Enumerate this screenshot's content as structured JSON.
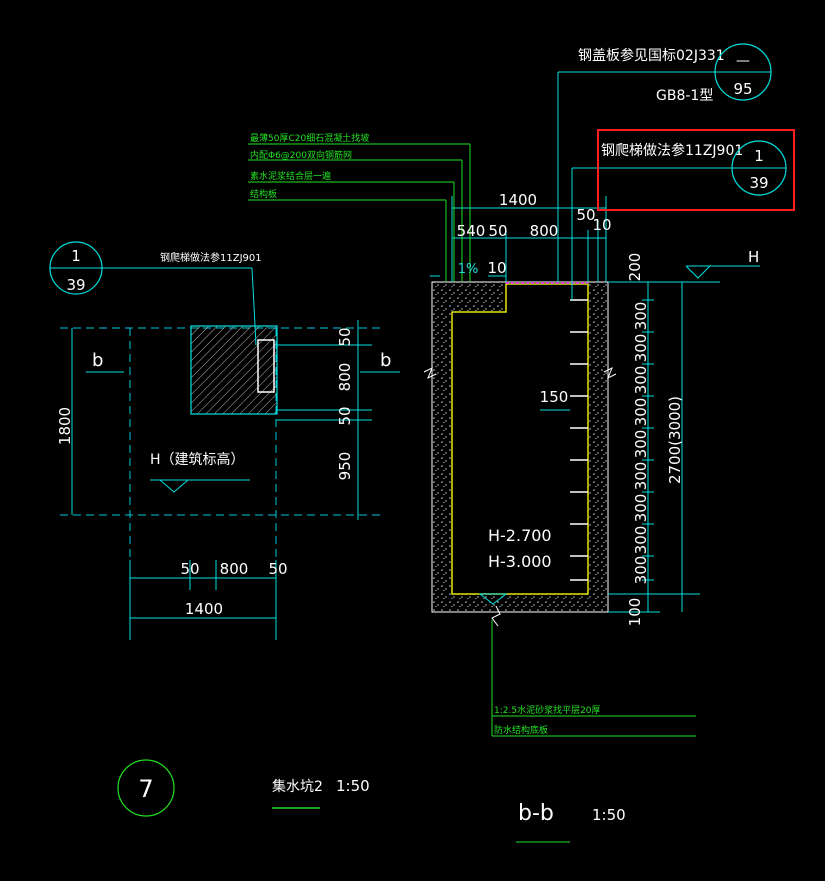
{
  "colors": {
    "background": "#000000",
    "cyan": "#00e0e0",
    "green": "#22e022",
    "yellow": "#e6e60a",
    "white": "#ffffff",
    "highlight": "#ff2020"
  },
  "plan": {
    "ref_bubble": {
      "top": "1",
      "bottom": "39"
    },
    "ladder_note": "钢爬梯做法参11ZJ901",
    "section_mark_left": "b",
    "section_mark_right": "b",
    "elevation_label": "H（建筑标高）",
    "dims_vertical_right": [
      "50",
      "800",
      "50",
      "950"
    ],
    "dim_vertical_left": "1800",
    "dims_bottom": [
      "50",
      "800",
      "50"
    ],
    "dim_bottom_total": "1400",
    "title": "集水坑2",
    "scale": "1:50",
    "number": "7"
  },
  "section": {
    "cover_note": "钢盖板参见国标02J331",
    "cover_type": "GB8-1型",
    "cover_bubble": {
      "top": "—",
      "bottom": "95"
    },
    "ladder_note": "钢爬梯做法参11ZJ901",
    "ladder_bubble": {
      "top": "1",
      "bottom": "39"
    },
    "layer_notes": [
      "最薄50厚C20细石混凝土找坡",
      "内配Φ6@200双向钢筋网",
      "素水泥浆结合层一遍",
      "结构板"
    ],
    "dim_top_total": "1400",
    "dims_top": [
      "540",
      "50",
      "800"
    ],
    "dim_top_50": "50",
    "dim_top_10a": "10",
    "dim_top_10b": "10",
    "slope": "1%",
    "elev_mark": "H",
    "dims_right": [
      "200",
      "300",
      "300",
      "300",
      "300",
      "300",
      "300",
      "300",
      "300",
      "300",
      "100"
    ],
    "dim_right_total": "2700(3000)",
    "rung_spacing": "150",
    "bottom_elev_1": "H-2.700",
    "bottom_elev_2": "H-3.000",
    "bottom_notes": [
      "1:2.5水泥砂浆找平层20厚",
      "防水结构底板"
    ],
    "title": "b-b",
    "scale": "1:50"
  }
}
